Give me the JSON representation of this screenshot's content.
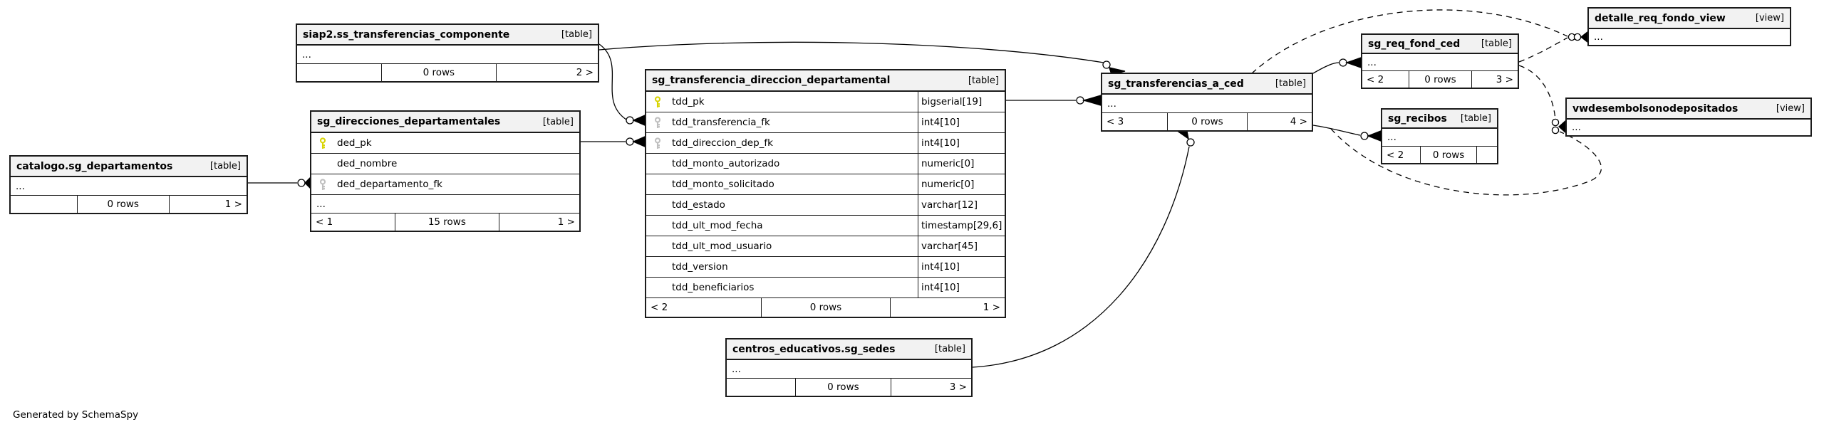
{
  "generated_by": "Generated by SchemaSpy",
  "colors": {
    "header_bg": "#f2f2f2",
    "border": "#1b1b1b",
    "pk_key": "#d8d405",
    "fk_key": "#bfbfbf"
  },
  "tables": [
    {
      "name": "siap2.ss_transferencias_componente",
      "badge": "[table]",
      "ellipsis": "...",
      "footer": {
        "left": "",
        "center": "0 rows",
        "right": "2 >"
      }
    },
    {
      "name": "catalogo.sg_departamentos",
      "badge": "[table]",
      "ellipsis": "...",
      "footer": {
        "left": "",
        "center": "0 rows",
        "right": "1 >"
      }
    },
    {
      "name": "sg_direcciones_departamentales",
      "badge": "[table]",
      "ellipsis": "...",
      "columns": [
        {
          "name": "ded_pk",
          "key": "pk"
        },
        {
          "name": "ded_nombre",
          "key": ""
        },
        {
          "name": "ded_departamento_fk",
          "key": "fk"
        }
      ],
      "footer": {
        "left": "< 1",
        "center": "15 rows",
        "right": "1 >"
      }
    },
    {
      "name": "sg_transferencia_direccion_departamental",
      "badge": "[table]",
      "columns": [
        {
          "name": "tdd_pk",
          "type": "bigserial[19]",
          "key": "pk"
        },
        {
          "name": "tdd_transferencia_fk",
          "type": "int4[10]",
          "key": "fk"
        },
        {
          "name": "tdd_direccion_dep_fk",
          "type": "int4[10]",
          "key": "fk"
        },
        {
          "name": "tdd_monto_autorizado",
          "type": "numeric[0]",
          "key": ""
        },
        {
          "name": "tdd_monto_solicitado",
          "type": "numeric[0]",
          "key": ""
        },
        {
          "name": "tdd_estado",
          "type": "varchar[12]",
          "key": ""
        },
        {
          "name": "tdd_ult_mod_fecha",
          "type": "timestamp[29,6]",
          "key": ""
        },
        {
          "name": "tdd_ult_mod_usuario",
          "type": "varchar[45]",
          "key": ""
        },
        {
          "name": "tdd_version",
          "type": "int4[10]",
          "key": ""
        },
        {
          "name": "tdd_beneficiarios",
          "type": "int4[10]",
          "key": ""
        }
      ],
      "footer": {
        "left": "< 2",
        "center": "0 rows",
        "right": "1 >"
      }
    },
    {
      "name": "sg_transferencias_a_ced",
      "badge": "[table]",
      "ellipsis": "...",
      "footer": {
        "left": "< 3",
        "center": "0 rows",
        "right": "4 >"
      }
    },
    {
      "name": "sg_req_fond_ced",
      "badge": "[table]",
      "ellipsis": "...",
      "footer": {
        "left": "< 2",
        "center": "0 rows",
        "right": "3 >"
      }
    },
    {
      "name": "sg_recibos",
      "badge": "[table]",
      "ellipsis": "...",
      "footer": {
        "left": "< 2",
        "center": "0 rows",
        "right": ""
      }
    },
    {
      "name": "detalle_req_fondo_view",
      "badge": "[view]",
      "ellipsis": "..."
    },
    {
      "name": "vwdesembolsonodepositados",
      "badge": "[view]",
      "ellipsis": "..."
    },
    {
      "name": "centros_educativos.sg_sedes",
      "badge": "[table]",
      "ellipsis": "...",
      "footer": {
        "left": "",
        "center": "0 rows",
        "right": "3 >"
      }
    }
  ],
  "relationships": [
    {
      "from": "catalogo.sg_departamentos",
      "to": "sg_direcciones_departamentales.ded_departamento_fk",
      "style": "solid"
    },
    {
      "from": "sg_direcciones_departamentales.ded_pk",
      "to": "sg_transferencia_direccion_departamental.tdd_direccion_dep_fk",
      "style": "solid"
    },
    {
      "from": "siap2.ss_transferencias_componente",
      "to": "sg_transferencia_direccion_departamental.tdd_transferencia_fk",
      "style": "solid"
    },
    {
      "from": "siap2.ss_transferencias_componente",
      "to": "sg_transferencias_a_ced",
      "style": "solid"
    },
    {
      "from": "sg_transferencia_direccion_departamental.tdd_pk",
      "to": "sg_transferencias_a_ced",
      "style": "solid"
    },
    {
      "from": "sg_transferencias_a_ced",
      "to": "sg_req_fond_ced",
      "style": "solid"
    },
    {
      "from": "sg_transferencias_a_ced",
      "to": "sg_recibos",
      "style": "solid"
    },
    {
      "from": "centros_educativos.sg_sedes",
      "to": "sg_transferencias_a_ced",
      "style": "solid"
    },
    {
      "from": "sg_transferencias_a_ced",
      "to": "detalle_req_fondo_view",
      "style": "dashed"
    },
    {
      "from": "sg_req_fond_ced",
      "to": "detalle_req_fondo_view",
      "style": "dashed"
    },
    {
      "from": "sg_req_fond_ced",
      "to": "vwdesembolsonodepositados",
      "style": "dashed"
    },
    {
      "from": "sg_transferencias_a_ced",
      "to": "vwdesembolsonodepositados",
      "style": "dashed"
    }
  ]
}
